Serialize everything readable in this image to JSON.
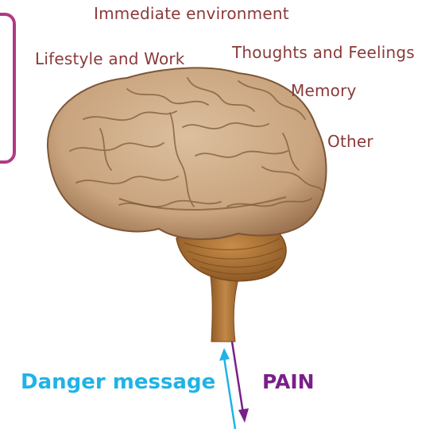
{
  "labels": {
    "immediate": "Immediate environment",
    "lifestyle": "Lifestyle and Work",
    "thoughts": "Thoughts and Feelings",
    "memory": "Memory",
    "other": "Other"
  },
  "signals": {
    "danger": "Danger message",
    "pain": "PAIN"
  },
  "colors": {
    "label_text": "#8b3a3a",
    "danger": "#1fb3e6",
    "pain": "#7a1f8a",
    "frame": "#b03a84",
    "brain_fill": "#c9a47e",
    "brain_shade": "#a57c55",
    "cerebellum": "#b07a3f",
    "stem": "#a86d2c"
  }
}
